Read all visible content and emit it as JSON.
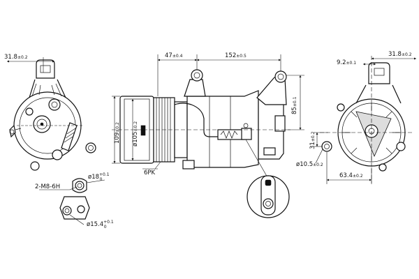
{
  "dimensions": {
    "left_width": {
      "value": "31.8",
      "tol": "±0.2"
    },
    "front_offset": {
      "value": "47",
      "tol": "±0.4"
    },
    "body_length": {
      "value": "152",
      "tol": "±0.5"
    },
    "right_small": {
      "value": "9.2",
      "tol": "±0.1"
    },
    "right_width": {
      "value": "31.8",
      "tol": "±0.2"
    },
    "mount_height": {
      "value": "85",
      "tol": "±0.1"
    },
    "outer_dia": {
      "value": "109",
      "tol": "±0.2"
    },
    "pulley_dia": {
      "value": "ø105",
      "tol": "±0.2"
    },
    "belt": {
      "value": "6PK"
    },
    "thread": {
      "value": "2-M8-6H"
    },
    "port_dia_1": {
      "value": "ø18",
      "tol_upper": "+0.1",
      "tol_lower": "0"
    },
    "port_dia_2": {
      "value": "ø15.4",
      "tol_upper": "+0.1",
      "tol_lower": "0"
    },
    "port_height": {
      "value": "31",
      "tol": "±0.2"
    },
    "bolt_dia": {
      "value": "ø10.5",
      "tol": "±0.2"
    },
    "bolt_spacing": {
      "value": "63.4",
      "tol": "±0.2"
    }
  },
  "views": [
    "left-view",
    "side-view",
    "right-view",
    "detail-view",
    "port-detail"
  ]
}
